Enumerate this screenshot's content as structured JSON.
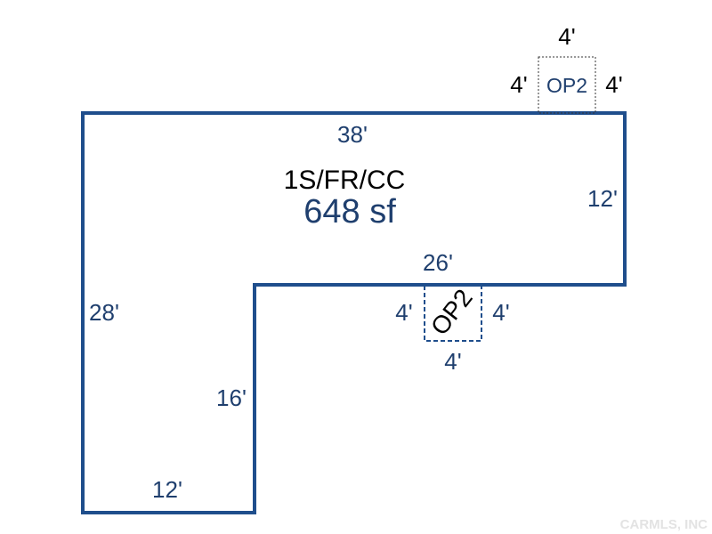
{
  "main_area": {
    "label": "1S/FR/CC",
    "area": "648 sf"
  },
  "dimensions": {
    "top": "38'",
    "right": "12'",
    "inner_step": "26'",
    "left": "28'",
    "inner_vertical": "16'",
    "bottom": "12'"
  },
  "op2_top": {
    "label": "OP2",
    "top": "4'",
    "left": "4'",
    "right": "4'"
  },
  "op2_lower": {
    "label": "OP2",
    "left": "4'",
    "right": "4'",
    "bottom": "4'"
  },
  "watermark": "CARMLS, INC",
  "colors": {
    "outline": "#1f4e8c",
    "text_blue": "#1f3f6e",
    "op2_top_border": "#333333",
    "op2_lower_border": "#1f4e8c"
  }
}
